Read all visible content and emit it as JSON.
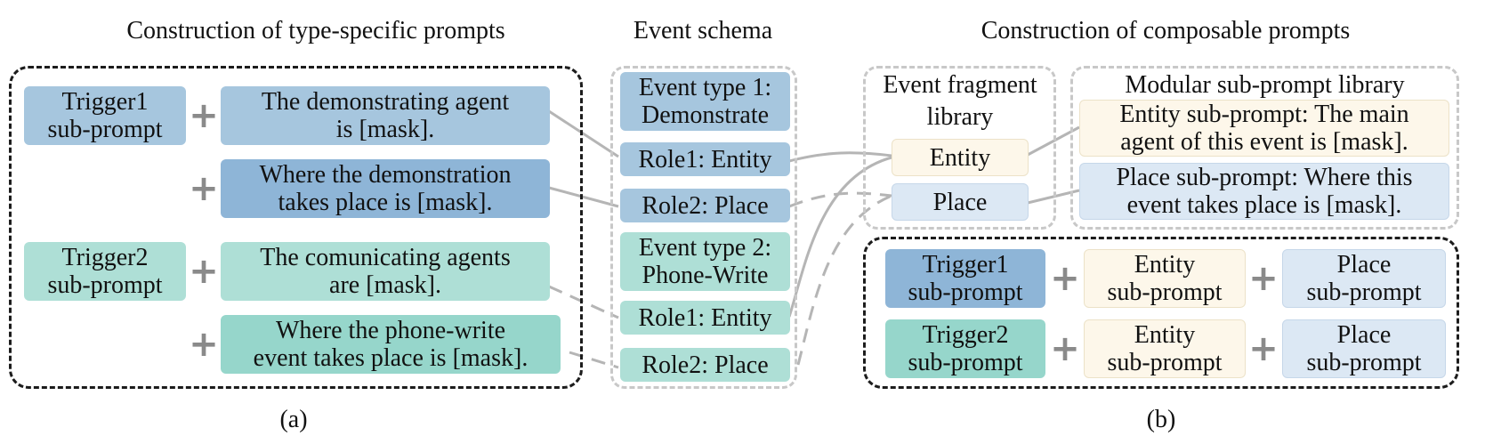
{
  "headings": {
    "left": "Construction of type-specific prompts",
    "middle": "Event schema",
    "right": "Construction of composable prompts"
  },
  "captions": {
    "a": "(a)",
    "b": "(b)"
  },
  "type_specific": {
    "trigger1": [
      "Trigger1",
      "sub-prompt"
    ],
    "trigger2": [
      "Trigger2",
      "sub-prompt"
    ],
    "prompt1": [
      "The demonstrating agent",
      "is [mask]."
    ],
    "prompt2": [
      "Where the demonstration",
      "takes place is [mask]."
    ],
    "prompt3": [
      "The comunicating agents",
      "are [mask]."
    ],
    "prompt4": [
      "Where the phone-write",
      "event takes place is [mask]."
    ],
    "plus": "+"
  },
  "schema": {
    "event1": [
      "Event type 1:",
      "Demonstrate"
    ],
    "event1_role1": "Role1: Entity",
    "event1_role2": "Role2: Place",
    "event2": [
      "Event type 2:",
      "Phone-Write"
    ],
    "event2_role1": "Role1: Entity",
    "event2_role2": "Role2: Place"
  },
  "composable": {
    "fragment_title": [
      "Event fragment",
      "library"
    ],
    "fragment_entity": "Entity",
    "fragment_place": "Place",
    "library_title": "Modular sub-prompt library",
    "entity_subprompt": [
      "Entity sub-prompt: The main",
      "agent of this event is [mask]."
    ],
    "place_subprompt": [
      "Place sub-prompt: Where this",
      "event takes place is [mask]."
    ],
    "row1": {
      "trigger": [
        "Trigger1",
        "sub-prompt"
      ],
      "entity": [
        "Entity",
        "sub-prompt"
      ],
      "place": [
        "Place",
        "sub-prompt"
      ]
    },
    "row2": {
      "trigger": [
        "Trigger2",
        "sub-prompt"
      ],
      "entity": [
        "Entity",
        "sub-prompt"
      ],
      "place": [
        "Place",
        "sub-prompt"
      ]
    },
    "plus": "+"
  }
}
